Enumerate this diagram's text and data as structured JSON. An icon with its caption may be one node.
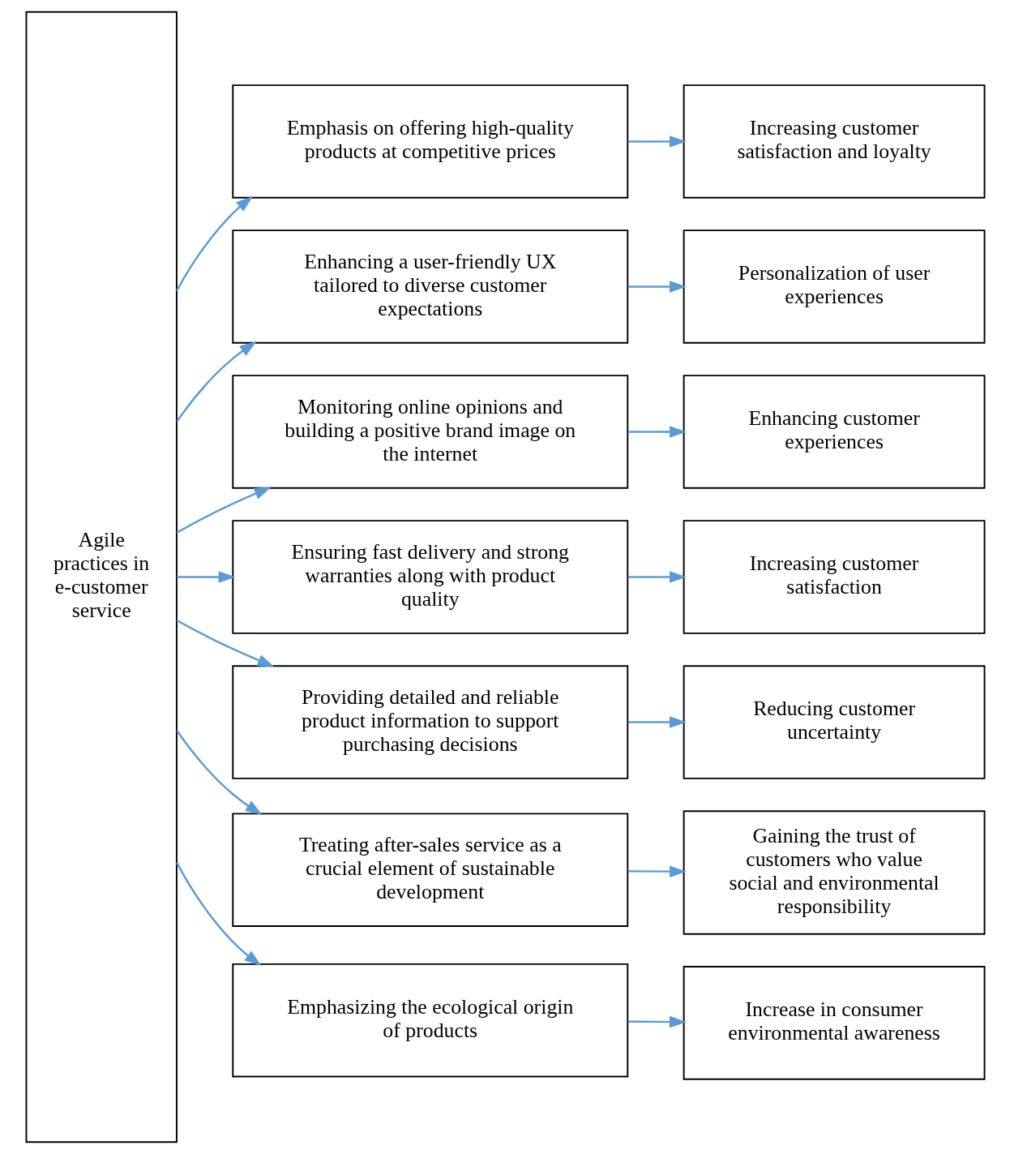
{
  "diagram": {
    "nodes": [
      {
        "text": [
          "Agile practices in e-customer service"
        ]
      },
      {
        "text": [
          "Emphasis on offering high-quality products at competitive prices"
        ]
      },
      {
        "text": [
          "Increasing customer satisfaction and loyalty"
        ]
      },
      {
        "text": [
          "Enhancing a user-friendly UX tailored to diverse customer expectations"
        ]
      },
      {
        "text": [
          "Personalization of user experiences"
        ]
      },
      {
        "text": [
          "Monitoring online opinions and building a positive brand image on the internet"
        ]
      },
      {
        "text": [
          "Enhancing customer experiences"
        ]
      },
      {
        "text": [
          "Ensuring fast delivery and strong warranties along with product quality"
        ]
      },
      {
        "text": [
          "Increasing customer satisfaction"
        ]
      },
      {
        "text": [
          "Providing detailed and reliable product information to support purchasing decisions"
        ]
      },
      {
        "text": [
          "Reducing customer uncertainty"
        ]
      },
      {
        "text": [
          "Treating after-sales service as a crucial element of sustainable development"
        ]
      },
      {
        "text": [
          "Gaining the trust of customers who value social and environmental responsibility"
        ]
      },
      {
        "text": [
          "Emphasizing the ecological origin of products"
        ]
      },
      {
        "text": [
          "Increase in consumer environmental awareness"
        ]
      }
    ],
    "edges": [
      {
        "from": 0,
        "to": 1,
        "arrow": "to"
      },
      {
        "from": 1,
        "to": 2,
        "arrow": "to"
      },
      {
        "from": 0,
        "to": 3,
        "arrow": "to"
      },
      {
        "from": 3,
        "to": 4,
        "arrow": "to"
      },
      {
        "from": 0,
        "to": 5,
        "arrow": "to"
      },
      {
        "from": 5,
        "to": 6,
        "arrow": "to"
      },
      {
        "from": 0,
        "to": 7,
        "arrow": "to"
      },
      {
        "from": 7,
        "to": 8,
        "arrow": "to"
      },
      {
        "from": 0,
        "to": 9,
        "arrow": "to"
      },
      {
        "from": 9,
        "to": 10,
        "arrow": "to"
      },
      {
        "from": 0,
        "to": 11,
        "arrow": "to"
      },
      {
        "from": 11,
        "to": 12,
        "arrow": "to"
      },
      {
        "from": 0,
        "to": 13,
        "arrow": "to"
      },
      {
        "from": 13,
        "to": 14,
        "arrow": "to"
      }
    ]
  }
}
